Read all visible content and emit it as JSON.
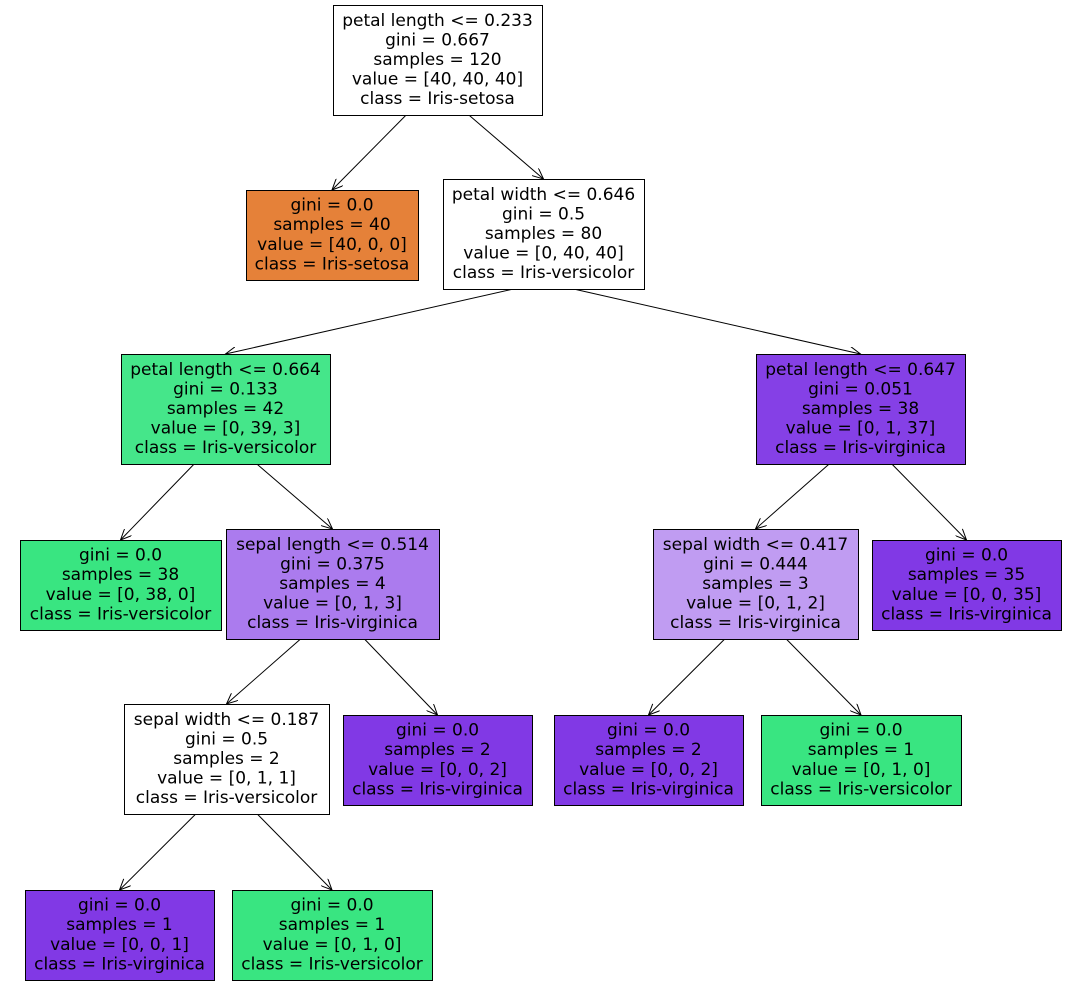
{
  "colors": {
    "white": "#ffffff",
    "setosa": "#e58139",
    "versicolor_strong": "#45e68a",
    "versicolor_pure": "#39e581",
    "virginica_strong": "#8540e6",
    "virginica_pure": "#8139e5",
    "virginica_medium": "#ab7bee",
    "virginica_light": "#c09cf2"
  },
  "nodes": [
    {
      "id": "n0",
      "fill": "white",
      "lines": [
        "petal length <= 0.233",
        "gini = 0.667",
        "samples = 120",
        "value = [40, 40, 40]",
        "class = Iris-setosa"
      ]
    },
    {
      "id": "n1",
      "fill": "setosa",
      "lines": [
        "gini = 0.0",
        "samples = 40",
        "value = [40, 0, 0]",
        "class = Iris-setosa"
      ]
    },
    {
      "id": "n2",
      "fill": "white",
      "lines": [
        "petal width <= 0.646",
        "gini = 0.5",
        "samples = 80",
        "value = [0, 40, 40]",
        "class = Iris-versicolor"
      ]
    },
    {
      "id": "n3",
      "fill": "versicolor_strong",
      "lines": [
        "petal length <= 0.664",
        "gini = 0.133",
        "samples = 42",
        "value = [0, 39, 3]",
        "class = Iris-versicolor"
      ]
    },
    {
      "id": "n4",
      "fill": "virginica_strong",
      "lines": [
        "petal length <= 0.647",
        "gini = 0.051",
        "samples = 38",
        "value = [0, 1, 37]",
        "class = Iris-virginica"
      ]
    },
    {
      "id": "n5",
      "fill": "versicolor_pure",
      "lines": [
        "gini = 0.0",
        "samples = 38",
        "value = [0, 38, 0]",
        "class = Iris-versicolor"
      ]
    },
    {
      "id": "n6",
      "fill": "virginica_medium",
      "lines": [
        "sepal length <= 0.514",
        "gini = 0.375",
        "samples = 4",
        "value = [0, 1, 3]",
        "class = Iris-virginica"
      ]
    },
    {
      "id": "n7",
      "fill": "virginica_light",
      "lines": [
        "sepal width <= 0.417",
        "gini = 0.444",
        "samples = 3",
        "value = [0, 1, 2]",
        "class = Iris-virginica"
      ]
    },
    {
      "id": "n8",
      "fill": "virginica_pure",
      "lines": [
        "gini = 0.0",
        "samples = 35",
        "value = [0, 0, 35]",
        "class = Iris-virginica"
      ]
    },
    {
      "id": "n9",
      "fill": "white",
      "lines": [
        "sepal width <= 0.187",
        "gini = 0.5",
        "samples = 2",
        "value = [0, 1, 1]",
        "class = Iris-versicolor"
      ]
    },
    {
      "id": "n10",
      "fill": "virginica_pure",
      "lines": [
        "gini = 0.0",
        "samples = 2",
        "value = [0, 0, 2]",
        "class = Iris-virginica"
      ]
    },
    {
      "id": "n11",
      "fill": "virginica_pure",
      "lines": [
        "gini = 0.0",
        "samples = 2",
        "value = [0, 0, 2]",
        "class = Iris-virginica"
      ]
    },
    {
      "id": "n12",
      "fill": "versicolor_pure",
      "lines": [
        "gini = 0.0",
        "samples = 1",
        "value = [0, 1, 0]",
        "class = Iris-versicolor"
      ]
    },
    {
      "id": "n13",
      "fill": "virginica_pure",
      "lines": [
        "gini = 0.0",
        "samples = 1",
        "value = [0, 0, 1]",
        "class = Iris-virginica"
      ]
    },
    {
      "id": "n14",
      "fill": "versicolor_pure",
      "lines": [
        "gini = 0.0",
        "samples = 1",
        "value = [0, 1, 0]",
        "class = Iris-versicolor"
      ]
    }
  ],
  "edges": [
    {
      "from": "n0",
      "to": "n1"
    },
    {
      "from": "n0",
      "to": "n2"
    },
    {
      "from": "n2",
      "to": "n3"
    },
    {
      "from": "n2",
      "to": "n4"
    },
    {
      "from": "n3",
      "to": "n5"
    },
    {
      "from": "n3",
      "to": "n6"
    },
    {
      "from": "n4",
      "to": "n7"
    },
    {
      "from": "n4",
      "to": "n8"
    },
    {
      "from": "n6",
      "to": "n9"
    },
    {
      "from": "n6",
      "to": "n10"
    },
    {
      "from": "n7",
      "to": "n11"
    },
    {
      "from": "n7",
      "to": "n12"
    },
    {
      "from": "n9",
      "to": "n13"
    },
    {
      "from": "n9",
      "to": "n14"
    }
  ]
}
